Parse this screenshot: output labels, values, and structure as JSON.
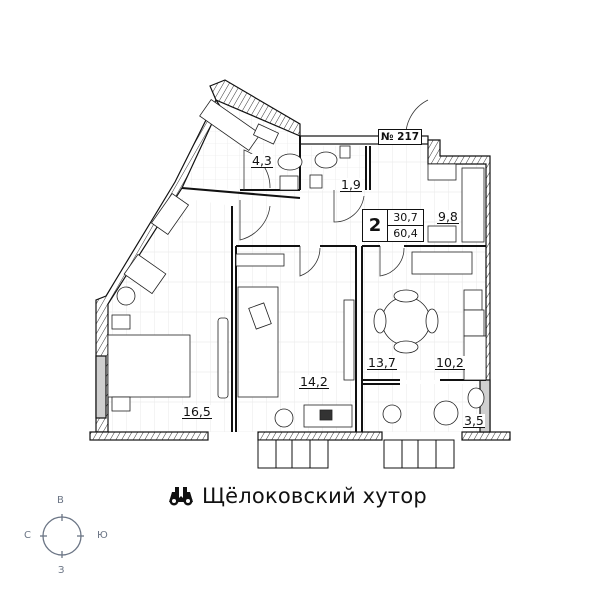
{
  "apartment": {
    "number_label": "№ 217",
    "rooms_count": "2",
    "living_area": "30,7",
    "total_area": "60,4"
  },
  "rooms": [
    {
      "name": "bathroom",
      "area": "4,3"
    },
    {
      "name": "toilet",
      "area": "1,9"
    },
    {
      "name": "hallway",
      "area": "9,8"
    },
    {
      "name": "bedroom",
      "area": "16,5"
    },
    {
      "name": "living-room",
      "area": "14,2"
    },
    {
      "name": "kitchen-living",
      "area": "13,7"
    },
    {
      "name": "kitchen",
      "area": "10,2"
    },
    {
      "name": "loggia",
      "area": "3,5"
    }
  ],
  "brand": {
    "name": "Щёлоковский хутор",
    "icon": "binoculars-icon"
  },
  "compass": {
    "top": "В",
    "right": "Ю",
    "bottom": "З",
    "left": "С",
    "color": "#6b7585"
  },
  "colors": {
    "wall": "#111111",
    "hatch": "#333333",
    "floor_lines": "#d6d6d6",
    "wall_fill_gray": "#cfcfcf"
  }
}
